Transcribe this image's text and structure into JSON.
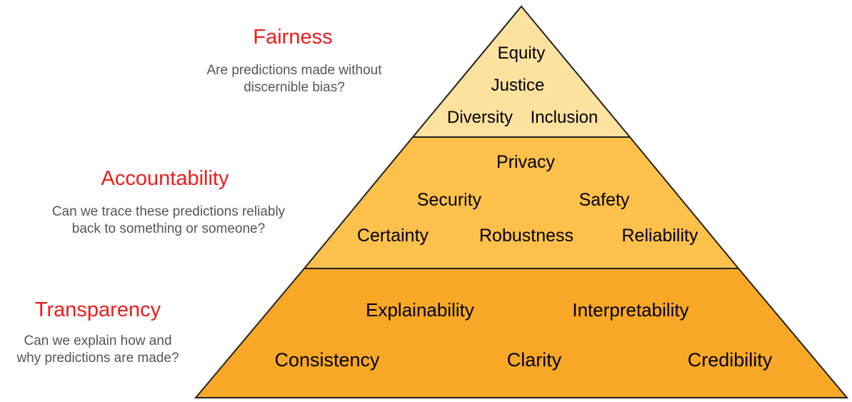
{
  "colors": {
    "top": "#fde19e",
    "middle": "#fcc04b",
    "bottom": "#f8a826",
    "outline": "#222222",
    "title": "#ee1c1c",
    "description": "#555555"
  },
  "levels": [
    {
      "title": "Fairness",
      "description": [
        "Are predictions made without",
        "discernible bias?"
      ],
      "terms": [
        "Equity",
        "Justice",
        "Diversity",
        "Inclusion"
      ]
    },
    {
      "title": "Accountability",
      "description": [
        "Can we trace these predictions reliably",
        "back to something or someone?"
      ],
      "terms": [
        "Privacy",
        "Security",
        "Safety",
        "Certainty",
        "Robustness",
        "Reliability"
      ]
    },
    {
      "title": "Transparency",
      "description": [
        "Can we explain how and",
        "why predictions are made?"
      ],
      "terms": [
        "Explainability",
        "Interpretability",
        "Consistency",
        "Clarity",
        "Credibility"
      ]
    }
  ]
}
